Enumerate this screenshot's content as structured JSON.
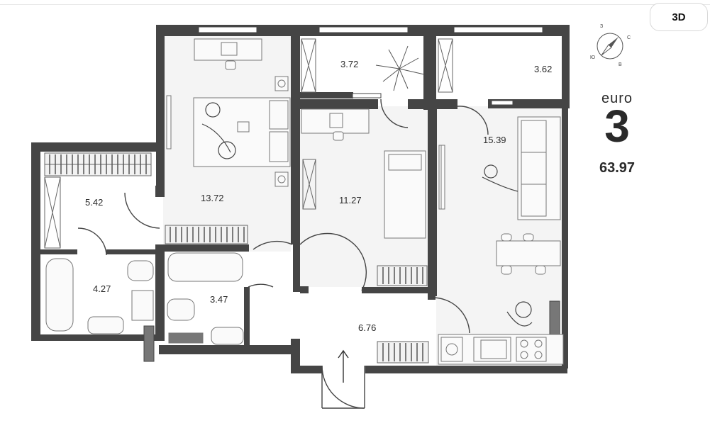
{
  "view_toggle": {
    "label": "3D"
  },
  "compass": {
    "north": "С",
    "south": "Ю",
    "east": "В",
    "west": "З"
  },
  "apartment": {
    "type": "euro",
    "rooms": "3",
    "total_area": "63.97"
  },
  "rooms": {
    "wardrobe_left": "5.42",
    "bedroom_1": "13.72",
    "balcony_1": "3.72",
    "balcony_2": "3.62",
    "bedroom_2": "11.27",
    "kitchen_living": "15.39",
    "bathroom_1": "4.27",
    "bathroom_2": "3.47",
    "hallway": "6.76"
  },
  "colors": {
    "wall": "#454545",
    "furniture": "#7a7a7a",
    "accent": "#e6e6e6"
  }
}
